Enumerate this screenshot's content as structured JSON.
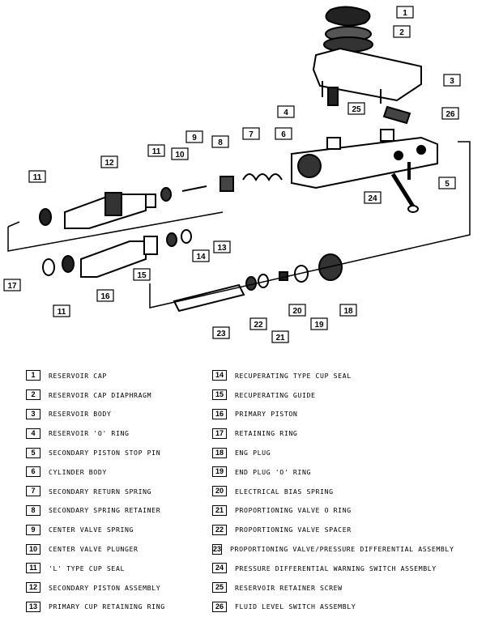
{
  "callouts": [
    "1",
    "2",
    "3",
    "4",
    "25",
    "26",
    "5",
    "6",
    "7",
    "8",
    "9",
    "10",
    "11",
    "12",
    "11",
    "24",
    "13",
    "14",
    "15",
    "17",
    "11",
    "16",
    "18",
    "19",
    "20",
    "21",
    "22",
    "23"
  ],
  "legend": {
    "left": [
      {
        "num": "1",
        "text": "RESERVOIR CAP"
      },
      {
        "num": "2",
        "text": "RESERVOIR CAP DIAPHRAGM"
      },
      {
        "num": "3",
        "text": "RESERVOIR BODY"
      },
      {
        "num": "4",
        "text": "RESERVOIR 'O' RING"
      },
      {
        "num": "5",
        "text": "SECONDARY PISTON STOP PIN"
      },
      {
        "num": "6",
        "text": "CYLINDER BODY"
      },
      {
        "num": "7",
        "text": "SECONDARY RETURN SPRING"
      },
      {
        "num": "8",
        "text": "SECONDARY SPRING RETAINER"
      },
      {
        "num": "9",
        "text": "CENTER VALVE SPRING"
      },
      {
        "num": "10",
        "text": "CENTER VALVE PLUNGER"
      },
      {
        "num": "11",
        "text": "'L' TYPE CUP SEAL"
      },
      {
        "num": "12",
        "text": "SECONDARY PISTON ASSEMBLY"
      },
      {
        "num": "13",
        "text": "PRIMARY CUP RETAINING RING"
      }
    ],
    "right": [
      {
        "num": "14",
        "text": "RECUPERATING TYPE CUP SEAL"
      },
      {
        "num": "15",
        "text": "RECUPERATING GUIDE"
      },
      {
        "num": "16",
        "text": "PRIMARY PISTON"
      },
      {
        "num": "17",
        "text": "RETAINING RING"
      },
      {
        "num": "18",
        "text": "ENG PLUG"
      },
      {
        "num": "19",
        "text": "END PLUG 'O' RING"
      },
      {
        "num": "20",
        "text": "ELECTRICAL BIAS SPRING"
      },
      {
        "num": "21",
        "text": "PROPORTIONING VALVE O RING"
      },
      {
        "num": "22",
        "text": "PROPORTIONING VALVE SPACER"
      },
      {
        "num": "23",
        "text": "PROPORTIONING VALVE/PRESSURE DIFFERENTIAL ASSEMBLY"
      },
      {
        "num": "24",
        "text": "PRESSURE DIFFERENTIAL WARNING SWITCH ASSEMBLY"
      },
      {
        "num": "25",
        "text": "RESERVOIR RETAINER SCREW"
      },
      {
        "num": "26",
        "text": "FLUID LEVEL SWITCH ASSEMBLY"
      }
    ]
  }
}
